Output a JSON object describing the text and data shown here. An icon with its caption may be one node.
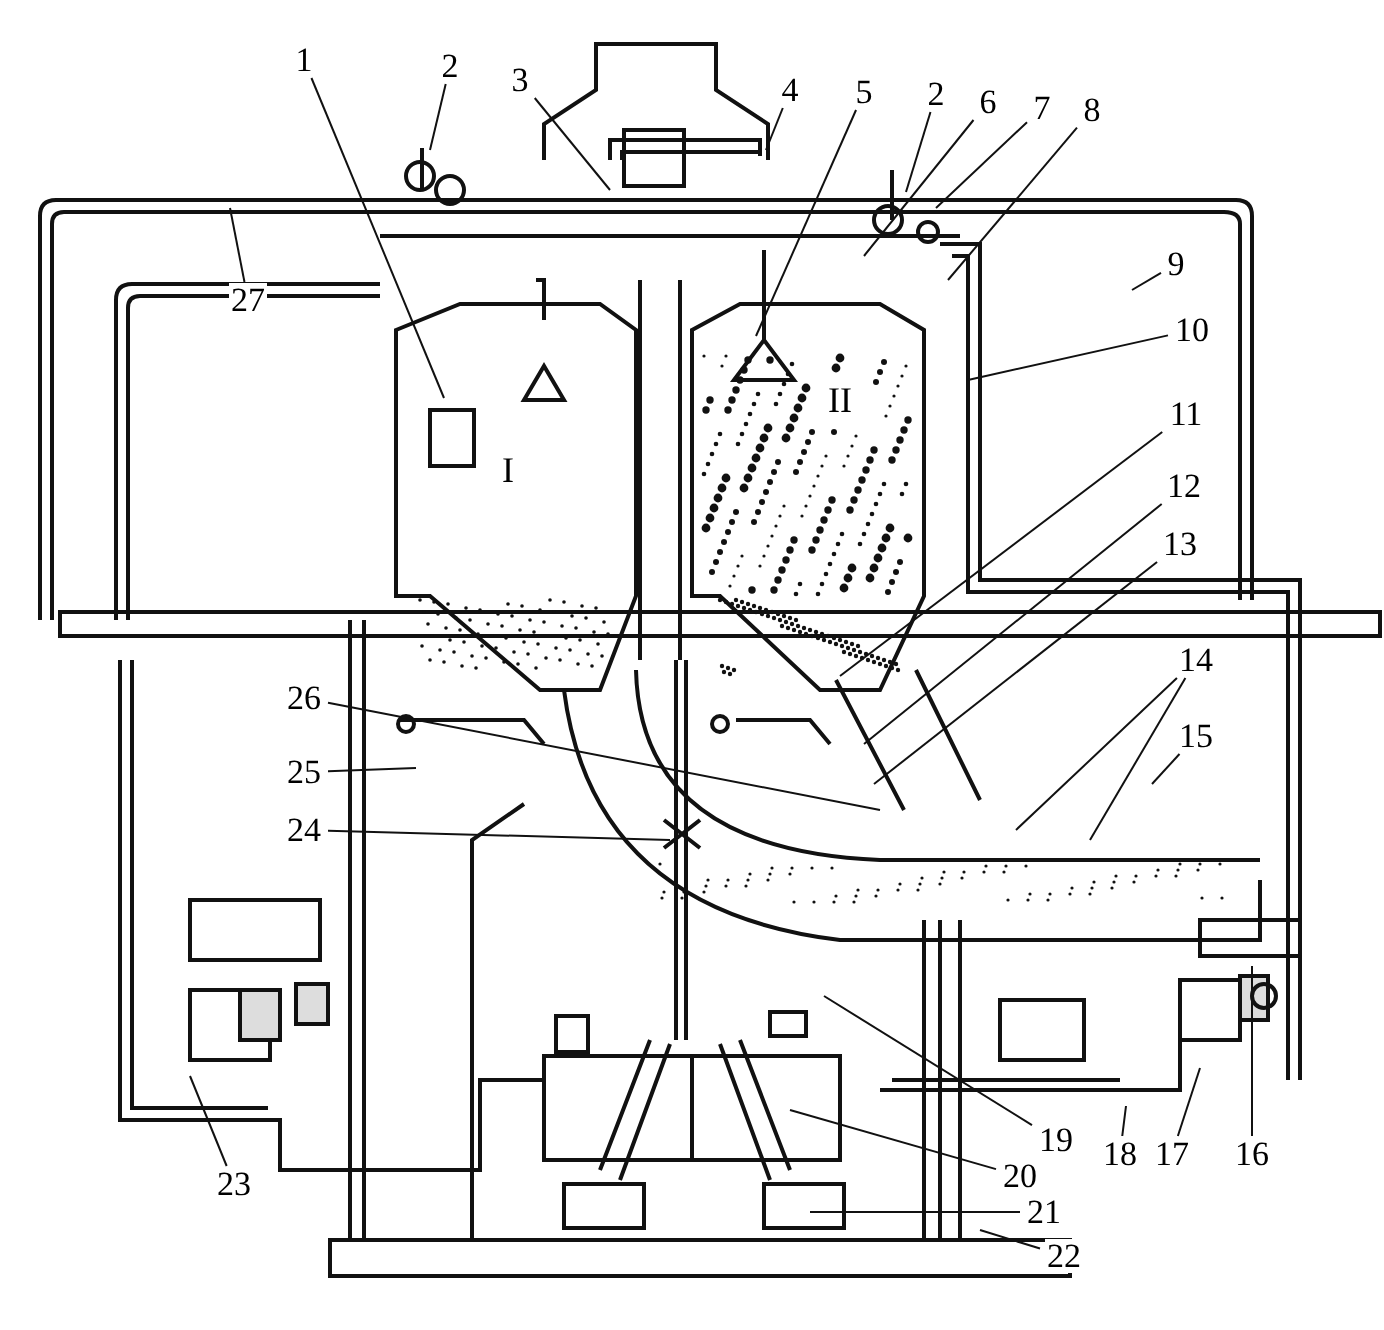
{
  "diagram": {
    "nodes": [
      {
        "text": [
          "1"
        ]
      },
      {
        "text": [
          "2"
        ]
      },
      {
        "text": [
          "3"
        ]
      },
      {
        "text": [
          "4"
        ]
      },
      {
        "text": [
          "5"
        ]
      },
      {
        "text": [
          "2"
        ]
      },
      {
        "text": [
          "6"
        ]
      },
      {
        "text": [
          "7"
        ]
      },
      {
        "text": [
          "8"
        ]
      },
      {
        "text": [
          "9"
        ]
      },
      {
        "text": [
          "10"
        ]
      },
      {
        "text": [
          "11"
        ]
      },
      {
        "text": [
          "12"
        ]
      },
      {
        "text": [
          "13"
        ]
      },
      {
        "text": [
          "14"
        ]
      },
      {
        "text": [
          "15"
        ]
      },
      {
        "text": [
          "16"
        ]
      },
      {
        "text": [
          "17"
        ]
      },
      {
        "text": [
          "18"
        ]
      },
      {
        "text": [
          "19"
        ]
      },
      {
        "text": [
          "20"
        ]
      },
      {
        "text": [
          "21"
        ]
      },
      {
        "text": [
          "22"
        ]
      },
      {
        "text": [
          "23"
        ]
      },
      {
        "text": [
          "24"
        ]
      },
      {
        "text": [
          "25"
        ]
      },
      {
        "text": [
          "26"
        ]
      },
      {
        "text": [
          "27"
        ]
      }
    ],
    "edges": [
      {
        "from": 0,
        "to": null,
        "arrow": "none"
      },
      {
        "from": 1,
        "to": null,
        "arrow": "none"
      },
      {
        "from": 2,
        "to": null,
        "arrow": "none"
      },
      {
        "from": 3,
        "to": null,
        "arrow": "none"
      },
      {
        "from": 4,
        "to": null,
        "arrow": "none"
      },
      {
        "from": 5,
        "to": null,
        "arrow": "none"
      },
      {
        "from": 6,
        "to": null,
        "arrow": "none"
      },
      {
        "from": 7,
        "to": null,
        "arrow": "none"
      },
      {
        "from": 8,
        "to": null,
        "arrow": "none"
      },
      {
        "from": 9,
        "to": null,
        "arrow": "none"
      },
      {
        "from": 10,
        "to": null,
        "arrow": "none"
      },
      {
        "from": 11,
        "to": null,
        "arrow": "none"
      },
      {
        "from": 12,
        "to": null,
        "arrow": "none"
      },
      {
        "from": 13,
        "to": null,
        "arrow": "none"
      },
      {
        "from": 14,
        "to": null,
        "arrow": "none"
      },
      {
        "from": 14,
        "to": null,
        "arrow": "none"
      },
      {
        "from": 15,
        "to": null,
        "arrow": "none"
      },
      {
        "from": 16,
        "to": null,
        "arrow": "none"
      },
      {
        "from": 17,
        "to": null,
        "arrow": "none"
      },
      {
        "from": 18,
        "to": null,
        "arrow": "none"
      },
      {
        "from": 19,
        "to": null,
        "arrow": "none"
      },
      {
        "from": 20,
        "to": null,
        "arrow": "none"
      },
      {
        "from": 21,
        "to": null,
        "arrow": "none"
      },
      {
        "from": 22,
        "to": null,
        "arrow": "none"
      },
      {
        "from": 23,
        "to": null,
        "arrow": "none"
      },
      {
        "from": 24,
        "to": null,
        "arrow": "none"
      },
      {
        "from": 25,
        "to": null,
        "arrow": "none"
      },
      {
        "from": 26,
        "to": null,
        "arrow": "none"
      },
      {
        "from": 27,
        "to": null,
        "arrow": "none"
      }
    ],
    "labels": [
      "I",
      "II"
    ]
  }
}
